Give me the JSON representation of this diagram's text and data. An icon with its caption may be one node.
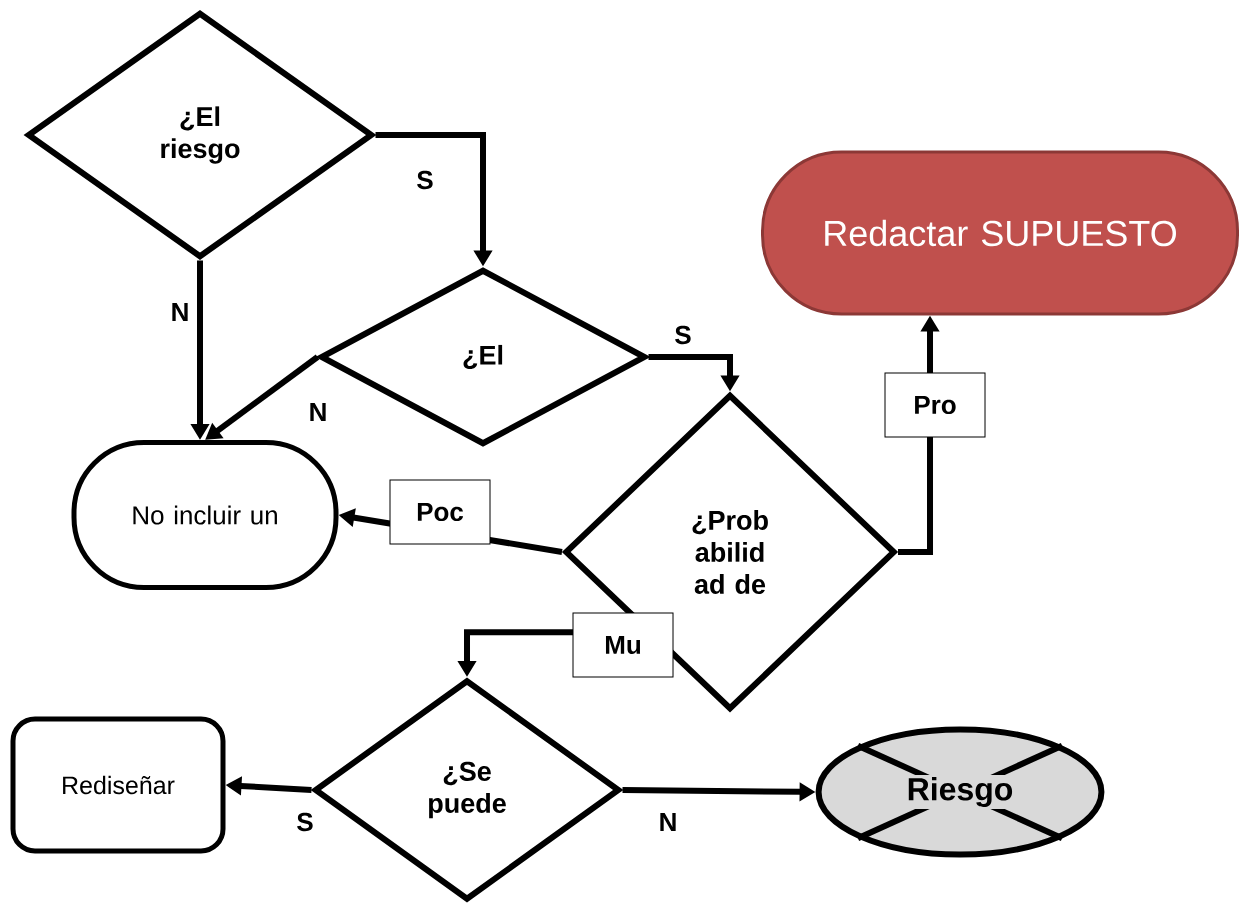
{
  "diagram": {
    "nodes": [
      {
        "text": [
          "¿El riesgo"
        ]
      },
      {
        "text": [
          "Redactar SUPUESTO"
        ]
      },
      {
        "text": [
          "¿El"
        ]
      },
      {
        "text": [
          "No incluir un"
        ]
      },
      {
        "text": [
          "¿Prob abilid ad de"
        ]
      },
      {
        "text": [
          "¿Se puede"
        ]
      },
      {
        "text": [
          "Rediseñar"
        ]
      },
      {
        "text": [
          "Riesgo"
        ]
      }
    ],
    "edges": [
      {
        "from": 0,
        "to": 2,
        "arrow": "to",
        "label": "S"
      },
      {
        "from": 0,
        "to": 3,
        "arrow": "to",
        "label": "N"
      },
      {
        "from": 2,
        "to": 3,
        "arrow": "to",
        "label": "N"
      },
      {
        "from": 2,
        "to": 4,
        "arrow": "to",
        "label": "S"
      },
      {
        "from": 4,
        "to": 3,
        "arrow": "to",
        "label": "Poc"
      },
      {
        "from": 4,
        "to": 1,
        "arrow": "to",
        "label": "Pro"
      },
      {
        "from": 4,
        "to": 5,
        "arrow": "to",
        "label": "Mu"
      },
      {
        "from": 5,
        "to": 6,
        "arrow": "to",
        "label": "S"
      },
      {
        "from": 5,
        "to": 7,
        "arrow": "to",
        "label": "N"
      }
    ]
  }
}
